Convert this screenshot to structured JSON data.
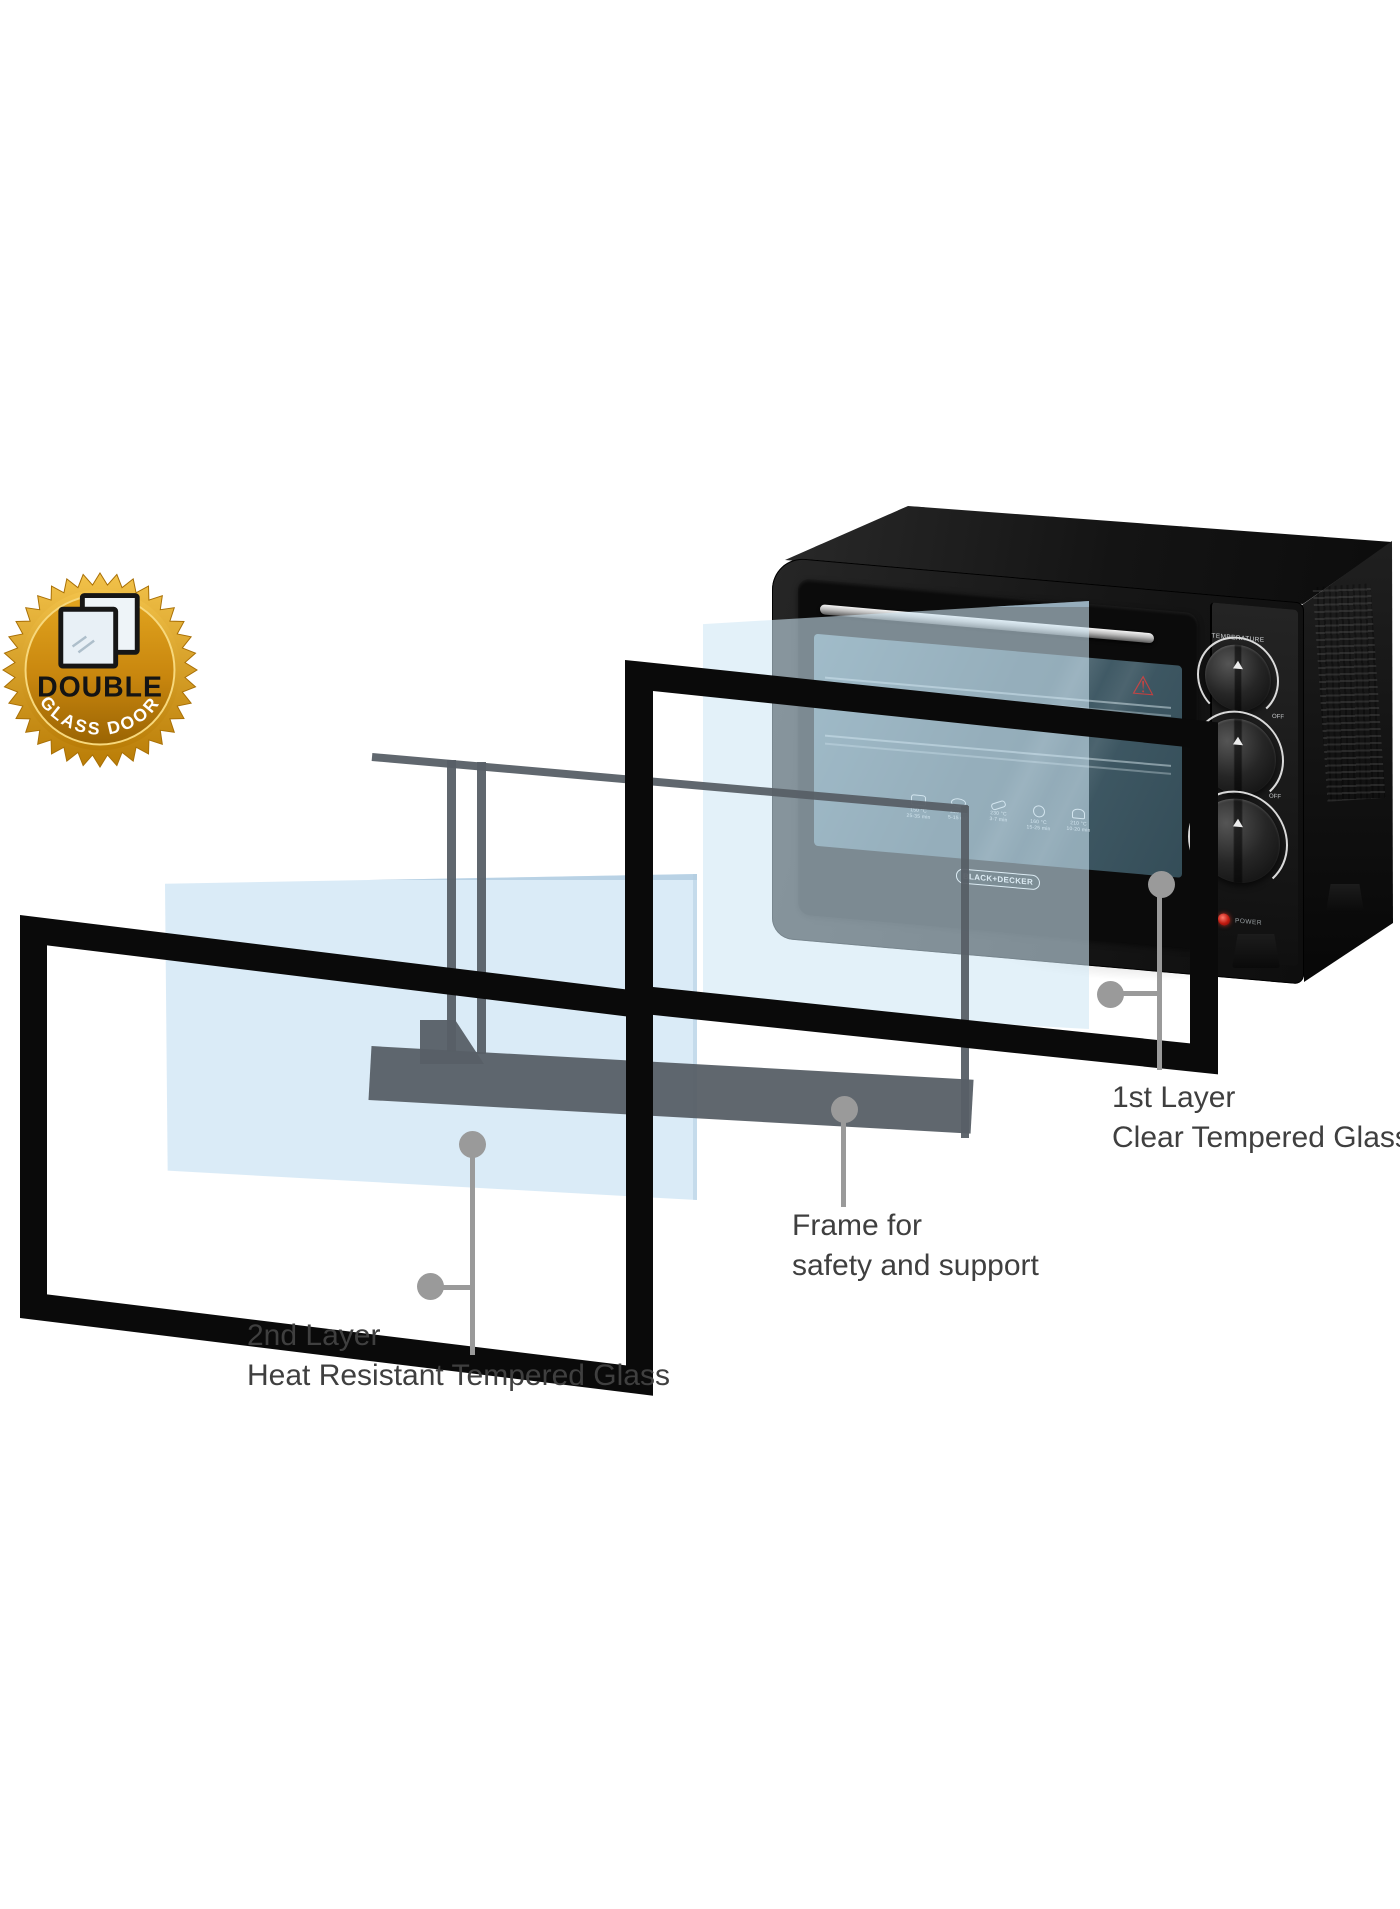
{
  "badge": {
    "title": "DOUBLE",
    "subtitle": "GLASS DOOR",
    "icon": "double-glass-panes-icon",
    "colors": {
      "gold": "#D89A16",
      "gold_dark": "#A86F05",
      "title": "#141414",
      "subtitle": "#FFFFFF"
    }
  },
  "oven": {
    "brand_logo": "BLACK+DECKER",
    "power_label": "POWER",
    "warning_icon": "⚠",
    "control_panel": {
      "temperature_knob_label": "TEMPERATURE",
      "function_knob_marking": "OFF",
      "timer_knob_marking": "OFF"
    },
    "door_print_items": [
      {
        "icon": "toast-icon",
        "temp": "150 °C",
        "time": "25-35 min"
      },
      {
        "icon": "fish-icon",
        "temp": "220 °C",
        "time": "5-15 min"
      },
      {
        "icon": "sausage-icon",
        "temp": "230 °C",
        "time": "3-7 min"
      },
      {
        "icon": "pizza-icon",
        "temp": "160 °C",
        "time": "15-25 min"
      },
      {
        "icon": "muffin-icon",
        "temp": "210 °C",
        "time": "10-20 min"
      }
    ]
  },
  "diagram": {
    "callouts": {
      "first_layer": {
        "line1": "1st Layer",
        "line2": "Clear Tempered Glass"
      },
      "frame": {
        "line1": "Frame for",
        "line2": "safety and support"
      },
      "second_layer": {
        "line1": "2nd Layer",
        "line2": "Heat Resistant Tempered Glass"
      }
    }
  },
  "colors": {
    "glass_blue": "#D9EAF7",
    "frame_black": "#0A0A0A",
    "support_gray": "#575F66",
    "callout_gray": "#9A9A9A",
    "label_text": "#3F3F3F",
    "oven_glass_teal": "#46626E"
  }
}
